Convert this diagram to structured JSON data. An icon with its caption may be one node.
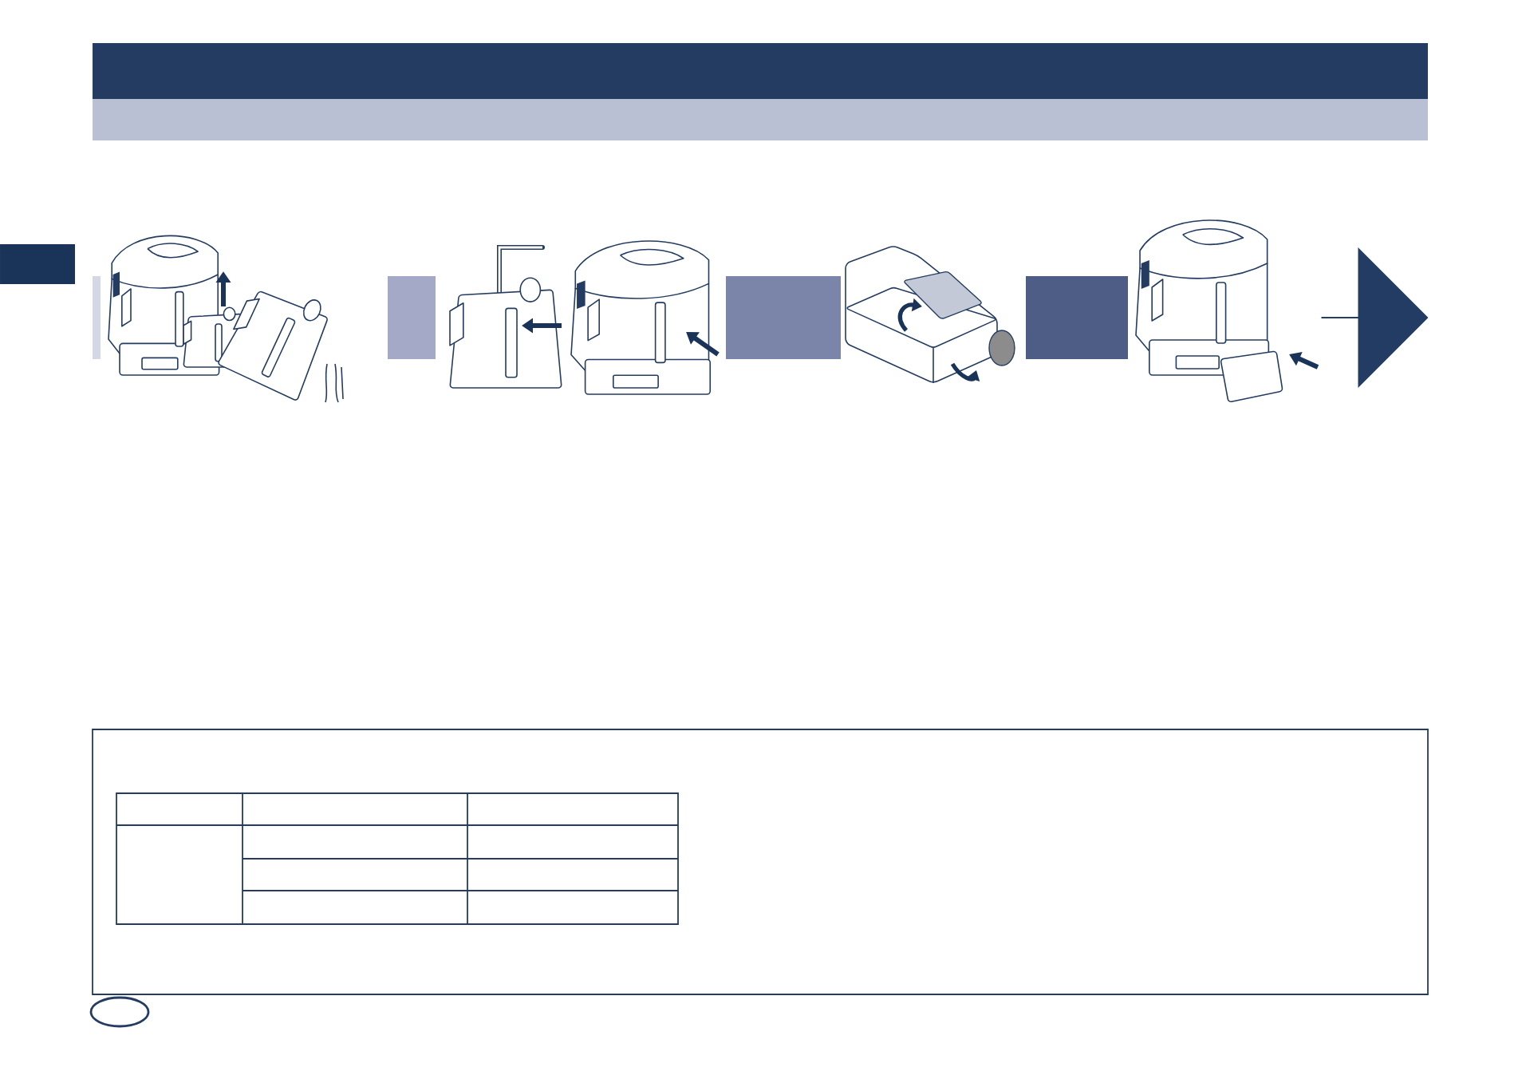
{
  "diagram": {
    "nodes": [
      {
        "text": [],
        "shape": "box"
      },
      {
        "text": [],
        "shape": "box"
      },
      {
        "text": [],
        "shape": "box"
      },
      {
        "text": [],
        "shape": "box"
      },
      {
        "text": [],
        "shape": "arrow"
      },
      {
        "text": [],
        "shape": "circle"
      }
    ]
  }
}
